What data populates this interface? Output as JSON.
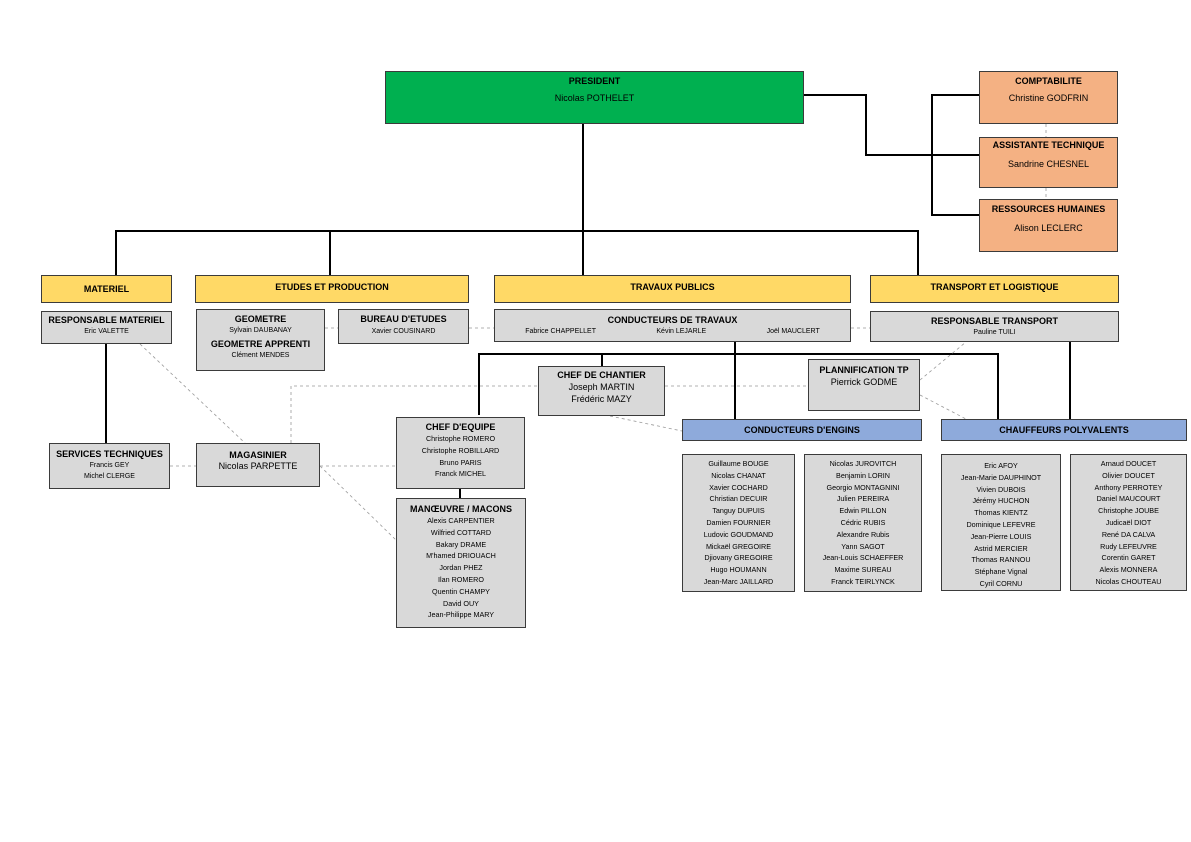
{
  "president": {
    "title": "PRESIDENT",
    "name": "Nicolas POTHELET"
  },
  "comptabilite": {
    "title": "COMPTABILITE",
    "name": "Christine GODFRIN"
  },
  "assistante": {
    "title": "ASSISTANTE TECHNIQUE",
    "name": "Sandrine CHESNEL"
  },
  "rh": {
    "title": "RESSOURCES HUMAINES",
    "name": "Alison LECLERC"
  },
  "departments": {
    "materiel": "MATERIEL",
    "etudes": "ETUDES ET PRODUCTION",
    "travaux": "TRAVAUX PUBLICS",
    "transport": "TRANSPORT ET LOGISTIQUE"
  },
  "resp_materiel": {
    "title": "RESPONSABLE MATERIEL",
    "name": "Eric VALETTE"
  },
  "geometre": {
    "title": "GEOMETRE",
    "name": "Sylvain DAUBANAY",
    "title2": "GEOMETRE APPRENTI",
    "name2": "Clément MENDES"
  },
  "bureau": {
    "title": "BUREAU D'ETUDES",
    "name": "Xavier COUSINARD"
  },
  "conducteurs_travaux": {
    "title": "CONDUCTEURS DE TRAVAUX",
    "names": [
      "Fabrice CHAPPELLET",
      "Kévin LEJARLE",
      "Joël MAUCLERT"
    ]
  },
  "resp_transport": {
    "title": "RESPONSABLE TRANSPORT",
    "name": "Pauline TUILI"
  },
  "chef_chantier": {
    "title": "CHEF DE CHANTIER",
    "names": [
      "Joseph MARTIN",
      "Frédéric MAZY"
    ]
  },
  "planification": {
    "title": "PLANNIFICATION TP",
    "name": "Pierrick GODME"
  },
  "services_tech": {
    "title": "SERVICES TECHNIQUES",
    "names": [
      "Francis GEY",
      "Michel CLERGE"
    ]
  },
  "magasinier": {
    "title": "MAGASINIER",
    "name": "Nicolas PARPETTE"
  },
  "chef_equipe": {
    "title": "CHEF D'EQUIPE",
    "names": [
      "Christophe ROMERO",
      "Christophe ROBILLARD",
      "Bruno PARIS",
      "Franck MICHEL"
    ]
  },
  "manoeuvre": {
    "title": "MANŒUVRE / MACONS",
    "names": [
      "Alexis CARPENTIER",
      "Wilfried COTTARD",
      "Bakary DRAME",
      "M'hamed DRIOUACH",
      "Jordan PHEZ",
      "Ilan ROMERO",
      "Quentin CHAMPY",
      "David OUY",
      "Jean-Philippe MARY"
    ]
  },
  "conducteurs_engins": {
    "title": "CONDUCTEURS D'ENGINS",
    "list1": [
      "Guillaume BOUGE",
      "Nicolas CHANAT",
      "Xavier COCHARD",
      "Christian DECUIR",
      "Tanguy DUPUIS",
      "Damien FOURNIER",
      "Ludovic GOUDMAND",
      "Mickaël GREGOIRE",
      "Djiovany GREGOIRE",
      "Hugo HOUMANN",
      "Jean-Marc JAILLARD"
    ],
    "list2": [
      "Nicolas JUROVITCH",
      "Benjamin LORIN",
      "Georgio MONTAGNINI",
      "Julien PEREIRA",
      "Edwin PILLON",
      "Cédric RUBIS",
      "Alexandre Rubis",
      "Yann SAGOT",
      "Jean-Louis SCHAEFFER",
      "Maxime SUREAU",
      "Franck TEIRLYNCK"
    ]
  },
  "chauffeurs": {
    "title": "CHAUFFEURS POLYVALENTS",
    "list1": [
      "Eric AFOY",
      "Jean-Marie DAUPHINOT",
      "Vivien DUBOIS",
      "Jérémy HUCHON",
      "Thomas KIENTZ",
      "Dominique LEFEVRE",
      "Jean-Pierre LOUIS",
      "Astrid MERCIER",
      "Thomas RANNOU",
      "Stéphane Vignal",
      "Cyril CORNU"
    ],
    "list2": [
      "Arnaud DOUCET",
      "Olivier DOUCET",
      "Anthony PERROTEY",
      "Daniel MAUCOURT",
      "Christophe JOUBE",
      "Judicaël DIOT",
      "René DA CALVA",
      "Rudy LEFEUVRE",
      "Corentin GARET",
      "Alexis MONNERA",
      "Nicolas CHOUTEAU"
    ]
  },
  "colors": {
    "president": "#00b050",
    "support": "#f4b183",
    "department": "#ffd966",
    "staff": "#d9d9d9",
    "crew": "#8eaadb"
  }
}
